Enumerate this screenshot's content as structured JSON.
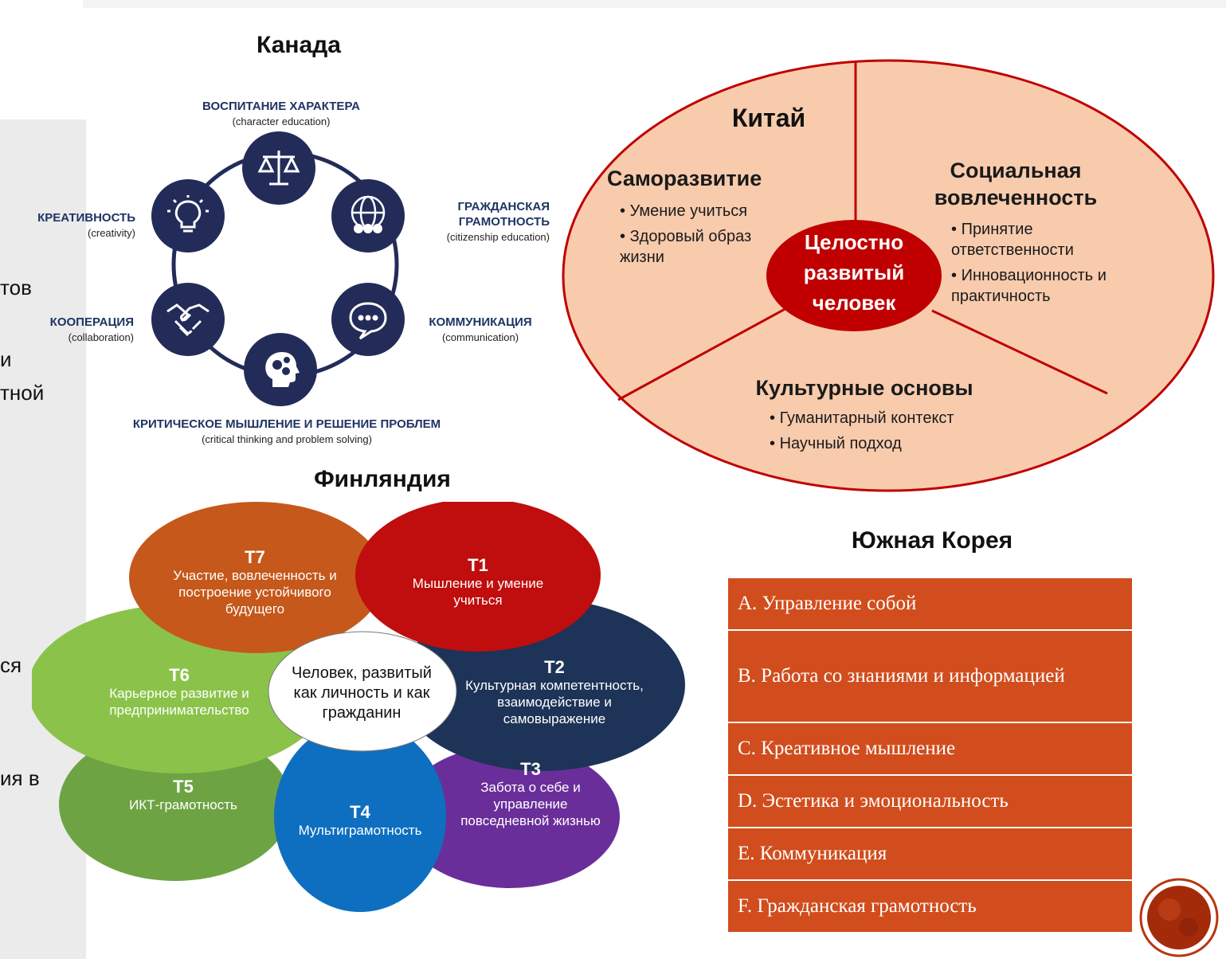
{
  "left_fragments": [
    "тов",
    "и",
    "тной",
    "ся",
    "ия в"
  ],
  "titles": {
    "canada": "Канада",
    "china": "Китай",
    "finland": "Финляндия",
    "korea": "Южная Корея"
  },
  "canada": {
    "items": [
      {
        "label": "ВОСПИТАНИЕ ХАРАКТЕРА",
        "sub": "(character education)",
        "icon": "scales-icon"
      },
      {
        "label": "ГРАЖДАНСКАЯ ГРАМОТНОСТЬ",
        "sub": "(citizenship education)",
        "icon": "globe-people-icon"
      },
      {
        "label": "КОММУНИКАЦИЯ",
        "sub": "(communication)",
        "icon": "speech-bubble-icon"
      },
      {
        "label": "КРИТИЧЕСКОЕ МЫШЛЕНИЕ И РЕШЕНИЕ ПРОБЛЕМ",
        "sub": "(critical thinking and problem solving)",
        "icon": "head-gears-icon"
      },
      {
        "label": "КООПЕРАЦИЯ",
        "sub": "(collaboration)",
        "icon": "handshake-icon"
      },
      {
        "label": "КРЕАТИВНОСТЬ",
        "sub": "(creativity)",
        "icon": "lightbulb-icon"
      }
    ]
  },
  "china": {
    "center": "Целостно развитый человек",
    "sectors": [
      {
        "title": "Саморазвитие",
        "bullets": [
          "Умение учиться",
          "Здоровый образ жизни"
        ]
      },
      {
        "title": "Социальная вовлеченность",
        "bullets": [
          "Принятие ответственности",
          "Инновационность и практичность"
        ]
      },
      {
        "title": "Культурные основы",
        "bullets": [
          "Гуманитарный контекст",
          "Научный подход"
        ]
      }
    ]
  },
  "finland": {
    "center": "Человек, развитый как личность и как гражданин",
    "petals": [
      {
        "id": "T7",
        "text": "Участие, вовлеченность и построение устойчивого будущего",
        "color": "#c5581a"
      },
      {
        "id": "T1",
        "text": "Мышление и умение учиться",
        "color": "#c00d0d"
      },
      {
        "id": "T2",
        "text": "Культурная компетентность, взаимодействие и самовыражение",
        "color": "#1d3357"
      },
      {
        "id": "T3",
        "text": "Забота о себе и управление повседневной жизнью",
        "color": "#6a2e9a"
      },
      {
        "id": "T4",
        "text": "Мультиграмотность",
        "color": "#0e6fc0"
      },
      {
        "id": "T5",
        "text": "ИКТ-грамотность",
        "color": "#6ea344"
      },
      {
        "id": "T6",
        "text": "Карьерное развитие и предпринимательство",
        "color": "#8bc34a"
      }
    ]
  },
  "korea": {
    "rows": [
      "A. Управление собой",
      "B. Работа со знаниями и информацией",
      "C. Креативное мышление",
      "D. Эстетика и эмоциональность",
      "E. Коммуникация",
      "F. Гражданская грамотность"
    ]
  }
}
